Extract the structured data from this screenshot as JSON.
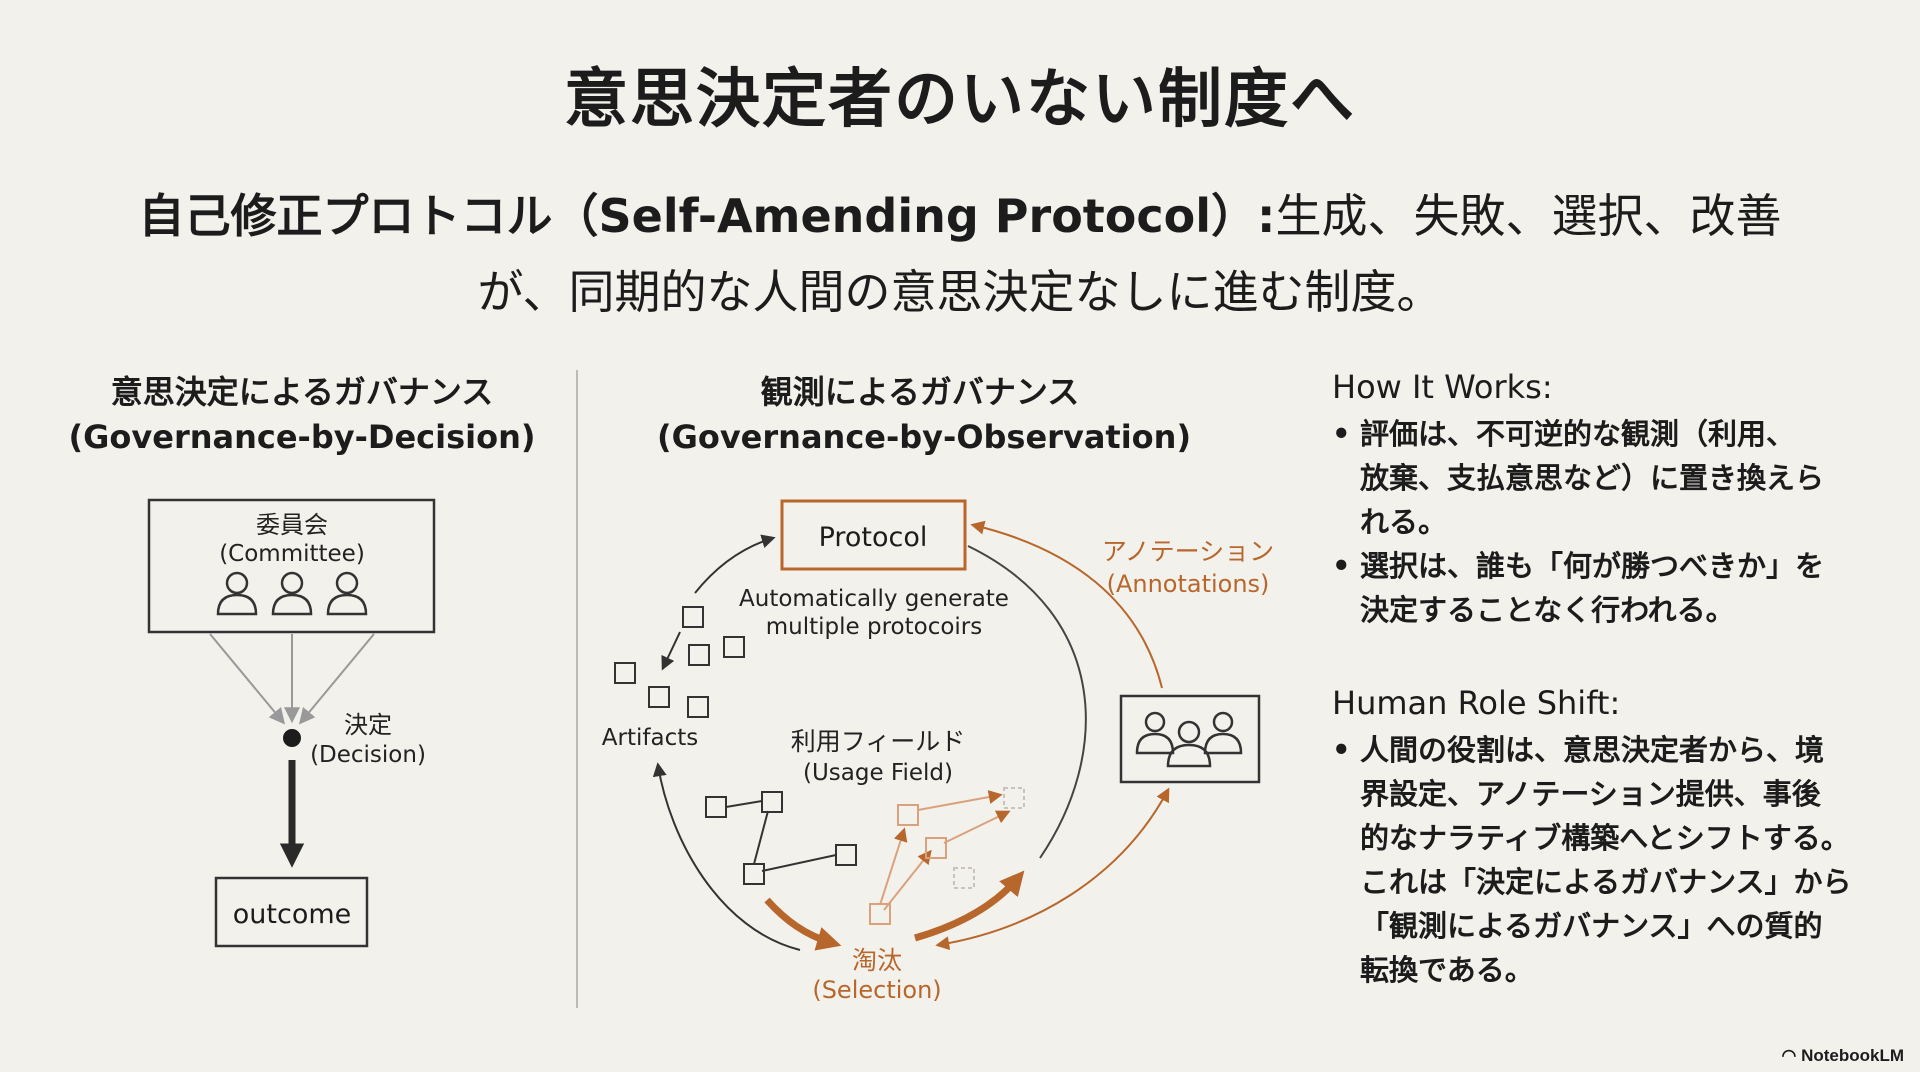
{
  "title": "意思決定者のいない制度へ",
  "subtitle": {
    "bold": "自己修正プロトコル（Self-Amending Protocol）:",
    "rest": "生成、失敗、選択、改善が、同期的な人間の意思決定なしに進む制度。"
  },
  "left": {
    "heading_jp": "意思決定によるガバナンス",
    "heading_en": "(Governance-by-Decision)",
    "committee_jp": "委員会",
    "committee_en": "(Committee)",
    "decision_jp": "決定",
    "decision_en": "(Decision)",
    "outcome": "outcome"
  },
  "middle": {
    "heading_jp": "観測によるガバナンス",
    "heading_en": "(Governance-by-Observation)",
    "protocol": "Protocol",
    "generate_line1": "Automatically generate",
    "generate_line2": "multiple protocoirs",
    "artifacts": "Artifacts",
    "usage_jp": "利用フィールド",
    "usage_en": "(Usage Field)",
    "annotations_jp": "アノテーション",
    "annotations_en": "(Annotations)",
    "selection_jp": "淘汰",
    "selection_en": "(Selection)"
  },
  "how": {
    "heading": "How It Works:",
    "b1_l1": "評価は、不可逆的な観測（利用、",
    "b1_l2": "放棄、支払意思など）に置き換えら",
    "b1_l3": "れる。",
    "b2_l1": "選択は、誰も「何が勝つべきか」を",
    "b2_l2": "決定することなく行われる。"
  },
  "human": {
    "heading": "Human Role Shift:",
    "b1_l1": "人間の役割は、意思決定者から、境",
    "b1_l2": "界設定、アノテーション提供、事後",
    "b1_l3": "的なナラティブ構築へとシフトする。",
    "b1_l4": "これは「決定によるガバナンス」から",
    "b1_l5": "「観測によるガバナンス」への質的",
    "b1_l6": "転換である。"
  },
  "brand": "NotebookLM",
  "colors": {
    "accent": "#b8672c",
    "ink": "#1c1c1c",
    "gray": "#8a8a8a"
  }
}
